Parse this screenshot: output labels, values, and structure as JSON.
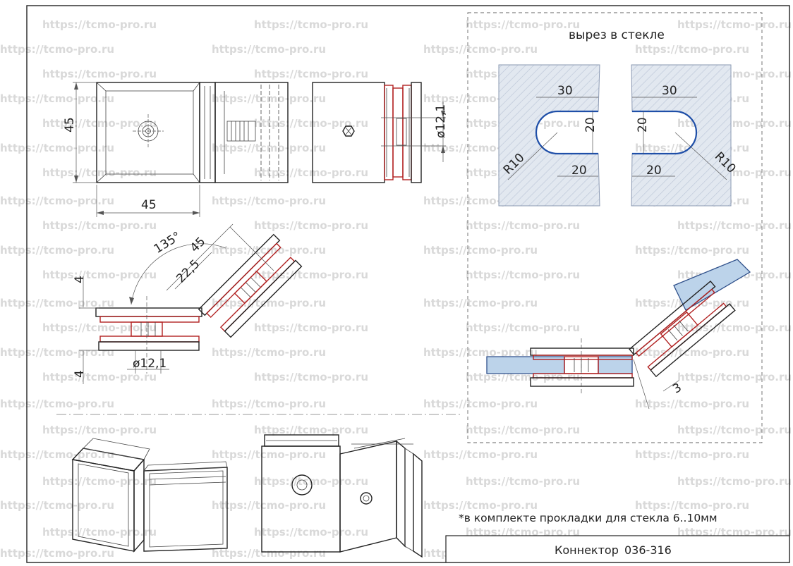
{
  "watermark": "https://tcmo-pro.ru",
  "cutout_title": "вырез в стекле",
  "dims": {
    "front_height": "45",
    "front_width": "45",
    "side_diameter": "ø12,1",
    "angle": "135°",
    "diag_45": "45",
    "diag_22_5": "22,5",
    "offset_top": "4",
    "offset_bottom": "4",
    "bottom_diameter": "ø12,1",
    "cut_30_left": "30",
    "cut_20_h_left": "20",
    "cut_20_v_left": "20",
    "cut_r10_left": "R10",
    "cut_30_right": "30",
    "cut_20_h_right": "20",
    "cut_20_v_right": "20",
    "cut_r10_right": "R10",
    "gap_3": "3"
  },
  "note": "*в комплекте прокладки для стекла 6..10мм",
  "title_block": {
    "name": "Коннектор",
    "code": "036-316"
  },
  "colors": {
    "line": "#222222",
    "gasket": "#b22222",
    "glass_fill": "#bcd3ea",
    "glass_edge": "#2e4f8a",
    "cutout_edge": "#1f4fa8",
    "watermark": "#d9d9d9"
  }
}
